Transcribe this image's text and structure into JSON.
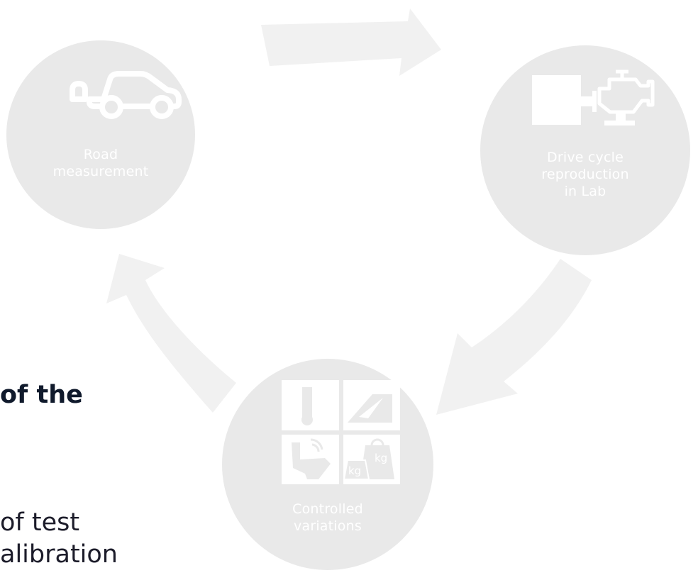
{
  "colors": {
    "circle_fill": "#e9e9e9",
    "arrow_fill": "#f1f1f1",
    "icon_fill": "#ffffff",
    "text_dark": "#1c1c2a"
  },
  "nodes": {
    "road": {
      "lines": [
        "Road",
        "measurement"
      ],
      "icon": "car-icon"
    },
    "lab": {
      "lines": [
        "Drive cycle",
        "reproduction",
        "in Lab"
      ],
      "icon": "engine-dyno-icon"
    },
    "variations": {
      "lines": [
        "Controlled",
        "variations"
      ],
      "icons": [
        "thermometer-icon",
        "altitude-icon",
        "driver-seat-icon",
        "weight-kg-icon"
      ],
      "kg_label": "kg"
    }
  },
  "left_text": {
    "heading_fragment": "of the",
    "body_line_1": "of test",
    "body_line_2": "alibration"
  }
}
